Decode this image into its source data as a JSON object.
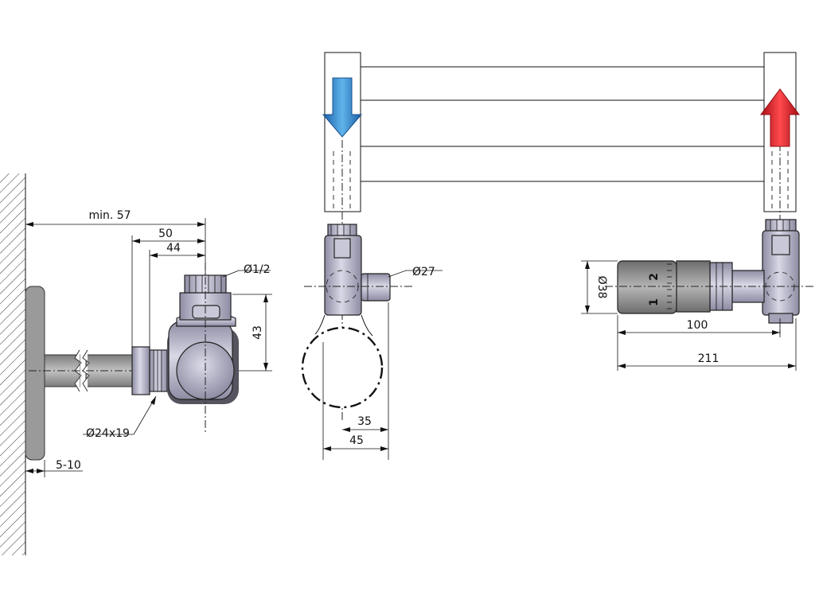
{
  "labels": {
    "min_57": "min. 57",
    "d50": "50",
    "d44": "44",
    "d43": "43",
    "thread": "Ø1/2",
    "pipe": "Ø24x19",
    "wall_gap": "5-10",
    "d27": "Ø27",
    "d35": "35",
    "d45": "45",
    "d38": "Ø38",
    "d100": "100",
    "d211": "211",
    "scale_1": "1",
    "scale_2": "2"
  },
  "colors": {
    "flow_in": "#2f86c9",
    "flow_out": "#d9161c",
    "metal_light": "#c9c8d8",
    "metal_mid": "#a3a2b6",
    "metal_dark": "#55545f",
    "wall_grey": "#9a9a9a",
    "pipe_grey": "#a7a7a7",
    "knob_grey": "#8e8e8e"
  },
  "icons": {
    "flow_in": "down-arrow-icon",
    "flow_out": "up-arrow-icon"
  }
}
